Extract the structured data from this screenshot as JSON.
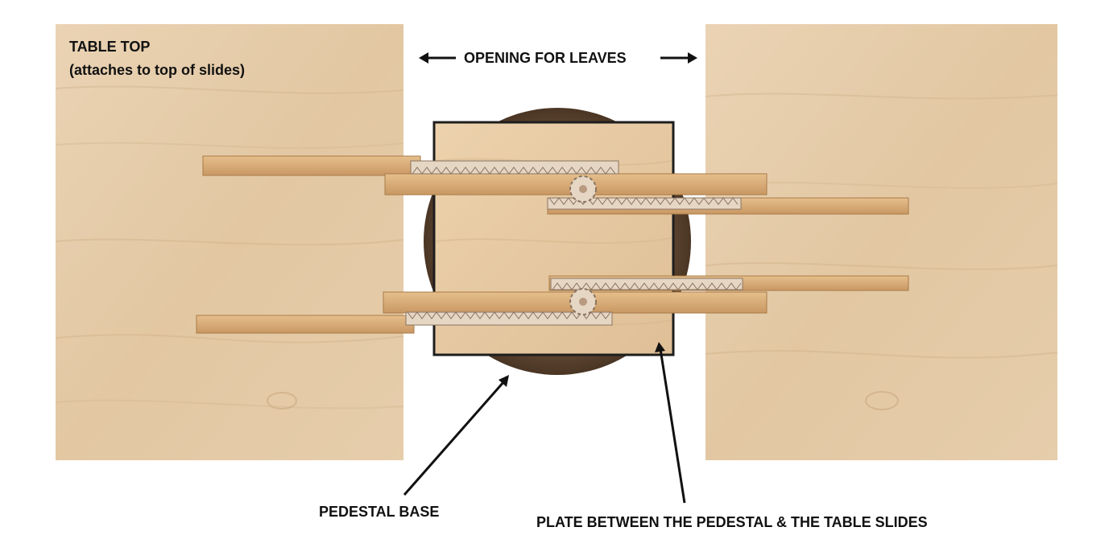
{
  "labels": {
    "table_top_title": "TABLE TOP",
    "table_top_sub": "(attaches to top of slides)",
    "opening": "OPENING FOR LEAVES",
    "pedestal": "PEDESTAL BASE",
    "plate": "PLATE BETWEEN THE PEDESTAL & THE TABLE SLIDES"
  },
  "colors": {
    "wood_light": "#e8cfae",
    "wood_mid": "#dcbf98",
    "wood_grain": "#cdae87",
    "pedestal": "#5b4330",
    "plate": "#e7caa3",
    "slide": "#d8ad78",
    "slide_edge": "#a97b47",
    "rack": "#e6d6c4",
    "rack_edge": "#8a7460",
    "arrow": "#111111"
  }
}
